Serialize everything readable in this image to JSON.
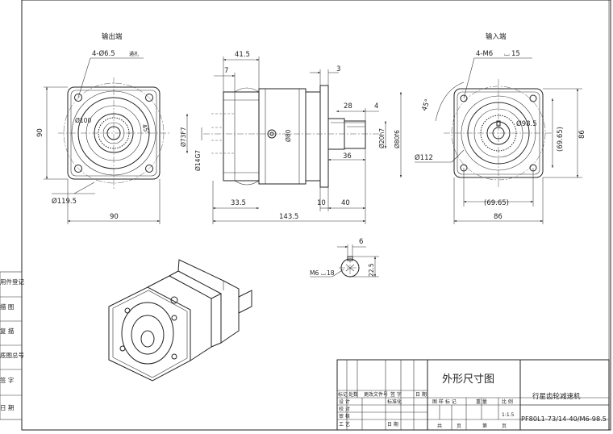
{
  "views": {
    "output_end": {
      "label": "输出端",
      "callout_holes": "4-Ø6.5",
      "callout_holes_note": "通孔",
      "dia_inner": "Ø100",
      "angle": "45°",
      "dia_bolt": "Ø119.5",
      "height": "90",
      "width": "90"
    },
    "side": {
      "l_41_5": "41.5",
      "l_7": "7",
      "l_3": "3",
      "l_28": "28",
      "l_4": "4",
      "l_36": "36",
      "l_33_5": "33.5",
      "l_10": "10",
      "l_40": "40",
      "l_total": "143.5",
      "d_73f7": "Ø73F7",
      "d_14g7": "Ø14G7",
      "d_80": "Ø80",
      "d_20h7": "Ø20h7",
      "d_80f6": "Ø80f6"
    },
    "input_end": {
      "label": "输入端",
      "callout_holes": "4-M6",
      "callout_depth": "15",
      "angle": "45°",
      "dia_98_5": "Ø98.5",
      "d_69_65_v": "(69.65)",
      "height_86": "86",
      "d_112": "Ø112",
      "d_69_65_h": "(69.65)",
      "width_86": "86"
    },
    "section": {
      "key_6": "6",
      "depth_22_5": "22.5",
      "thread": "M6",
      "thread_depth": "18"
    }
  },
  "left_strip": [
    "用件登记",
    "描 图",
    "复 描",
    "底图总号",
    "签 字",
    "日 期"
  ],
  "title_block": {
    "drawing_title": "外形尺寸图",
    "product_name": "行星齿轮减速机",
    "model_number": "PF80L1-73/14-40/M6-98.5",
    "scale": "1:1.5",
    "rev_headers": [
      "标记",
      "处数",
      "更改文件号",
      "签 字",
      "日 期"
    ],
    "roles": [
      "设 计",
      "校 对",
      "审 核",
      "工 艺"
    ],
    "std": "标准化",
    "date": "日 期",
    "stage_headers": [
      "图 样 标 记",
      "重 量",
      "比 例"
    ],
    "sheets": [
      "共",
      "页",
      "第",
      "页"
    ]
  }
}
